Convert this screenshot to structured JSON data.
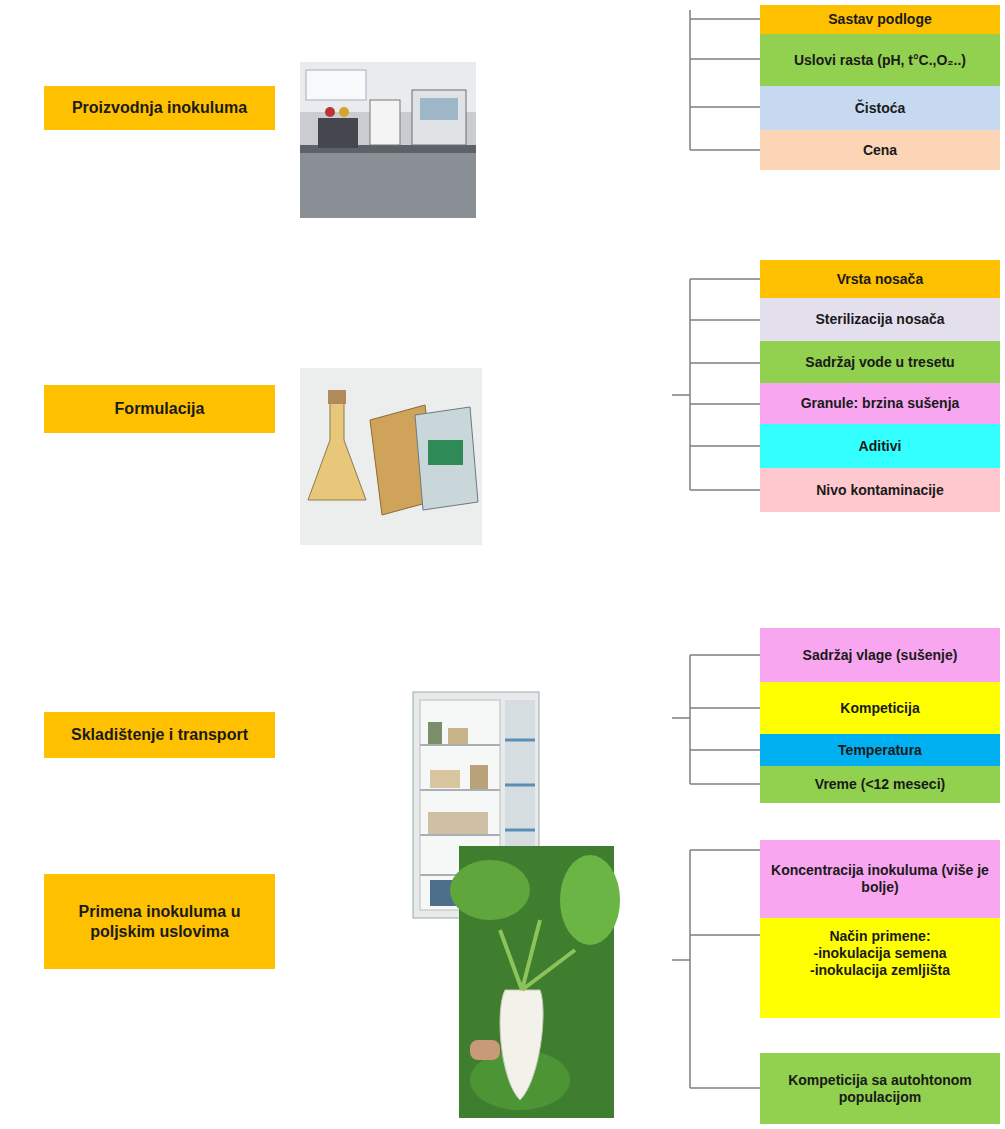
{
  "diagram": {
    "nodes": [
      {
        "text": [
          "Proizvodnja inokuluma"
        ]
      },
      {
        "text": [
          "Sastav podloge"
        ]
      },
      {
        "text": [
          "Uslovi rasta (pH, t°C.,O₂..)"
        ]
      },
      {
        "text": [
          "Čistoća"
        ]
      },
      {
        "text": [
          "Cena"
        ]
      },
      {
        "text": [
          "Formulacija"
        ]
      },
      {
        "text": [
          "Vrsta nosača"
        ]
      },
      {
        "text": [
          "Sterilizacija nosača"
        ]
      },
      {
        "text": [
          "Sadržaj vode u tresetu"
        ]
      },
      {
        "text": [
          "Granule: brzina sušenja"
        ]
      },
      {
        "text": [
          "Aditivi"
        ]
      },
      {
        "text": [
          "Nivo kontaminacije"
        ]
      },
      {
        "text": [
          "Skladištenje i transport"
        ]
      },
      {
        "text": [
          "Sadržaj vlage (sušenje)"
        ]
      },
      {
        "text": [
          "Kompeticija"
        ]
      },
      {
        "text": [
          "Temperatura"
        ]
      },
      {
        "text": [
          "Vreme (<12 meseci)"
        ]
      },
      {
        "text": [
          "Primena inokuluma u poljskim uslovima"
        ]
      },
      {
        "text": [
          "Koncentracija inokuluma (više je bolje)"
        ]
      },
      {
        "text": [
          "Način primene:",
          "-inokulacija semena",
          "-inokulacija zemljišta"
        ]
      },
      {
        "text": [
          "Kompeticija sa autohtonom populacijom"
        ]
      }
    ]
  }
}
